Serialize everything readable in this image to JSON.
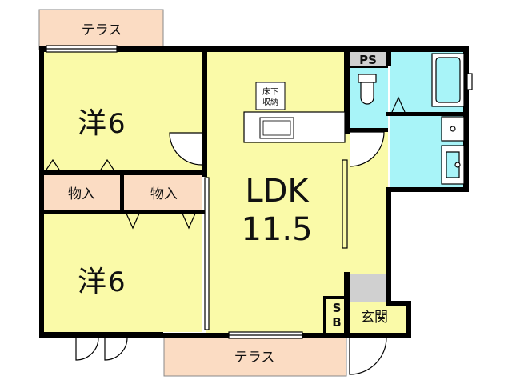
{
  "rooms": {
    "terrace_top": "テラス",
    "terrace_bottom": "テラス",
    "western_room_top": {
      "name": "洋",
      "size": "6"
    },
    "western_room_bottom": {
      "name": "洋",
      "size": "6"
    },
    "ldk": {
      "name": "LDK",
      "size": "11.5"
    },
    "closet_left": "物入",
    "closet_right": "物入",
    "entrance": "玄関",
    "shoe_box_top": "S",
    "shoe_box_bottom": "B",
    "pipe_space": "PS",
    "underfloor_storage_line1": "床下",
    "underfloor_storage_line2": "収納"
  },
  "colors": {
    "room_fill": "#fafaa8",
    "terrace_fill": "#fbdcc3",
    "wet_area_fill": "#a8f4f8",
    "entrance_fill": "#d0d0d0",
    "wall": "#000000"
  }
}
